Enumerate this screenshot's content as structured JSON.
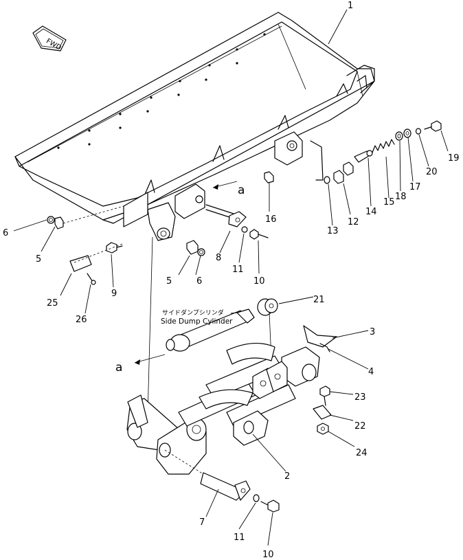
{
  "orientation_badge": {
    "text": "FWD"
  },
  "cylinder_label": {
    "jp": "サイドダンプシリンダ",
    "en": "Side Dump Cylinder"
  },
  "section_marks": [
    "a",
    "a"
  ],
  "part_numbers": [
    "1",
    "2",
    "3",
    "4",
    "5",
    "5",
    "6",
    "6",
    "7",
    "8",
    "9",
    "10",
    "10",
    "11",
    "11",
    "12",
    "13",
    "14",
    "15",
    "16",
    "17",
    "18",
    "19",
    "20",
    "21",
    "22",
    "23",
    "24",
    "25",
    "26"
  ]
}
